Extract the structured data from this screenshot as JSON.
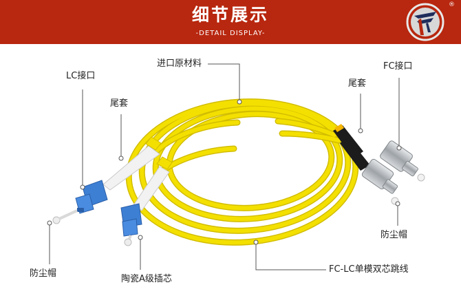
{
  "header": {
    "title": "细节展示",
    "subtitle": "-DETAIL DISPLAY-",
    "reg_mark": "®"
  },
  "labels": {
    "lc_connector": "LC接口",
    "boot_left": "尾套",
    "raw_material": "进口原材料",
    "boot_right": "尾套",
    "fc_connector": "FC接口",
    "dust_cap_right": "防尘帽",
    "dust_cap_left": "防尘帽",
    "ceramic_ferrule": "陶瓷A级插芯",
    "cable_model": "FC-LC单模双芯跳线"
  },
  "colors": {
    "banner": "#b8270f",
    "cable": "#f4e000",
    "lc_blue": "#3d7fd3",
    "boot_white": "#f2f2f2",
    "fc_metal": "#b8bcc0",
    "fc_black": "#1c1c1c"
  }
}
